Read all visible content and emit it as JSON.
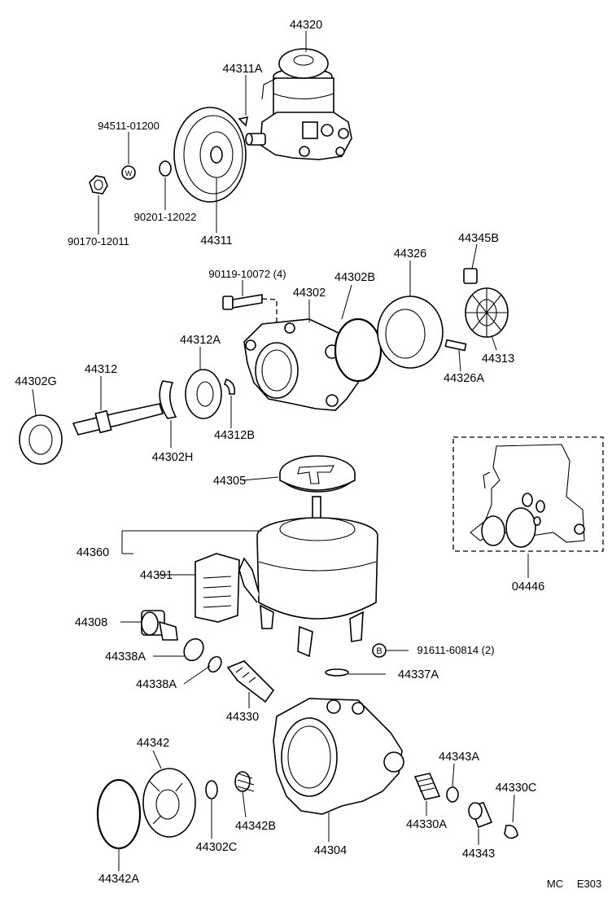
{
  "diagram": {
    "parts": [
      {
        "id": "p44320",
        "label": "44320"
      },
      {
        "id": "p44311A",
        "label": "44311A"
      },
      {
        "id": "p94511",
        "label": "94511-01200"
      },
      {
        "id": "p90201",
        "label": "90201-12022"
      },
      {
        "id": "p90170",
        "label": "90170-12011"
      },
      {
        "id": "p44311",
        "label": "44311"
      },
      {
        "id": "p90119",
        "label": "90119-10072 (4)"
      },
      {
        "id": "p44302",
        "label": "44302"
      },
      {
        "id": "p44302B",
        "label": "44302B"
      },
      {
        "id": "p44326",
        "label": "44326"
      },
      {
        "id": "p44345B",
        "label": "44345B"
      },
      {
        "id": "p44313",
        "label": "44313"
      },
      {
        "id": "p44326A",
        "label": "44326A"
      },
      {
        "id": "p44312A",
        "label": "44312A"
      },
      {
        "id": "p44312",
        "label": "44312"
      },
      {
        "id": "p44302G",
        "label": "44302G"
      },
      {
        "id": "p44312B",
        "label": "44312B"
      },
      {
        "id": "p44302H",
        "label": "44302H"
      },
      {
        "id": "p44305",
        "label": "44305"
      },
      {
        "id": "p44360",
        "label": "44360"
      },
      {
        "id": "p44391",
        "label": "44391"
      },
      {
        "id": "p04446",
        "label": "04446"
      },
      {
        "id": "p44308",
        "label": "44308"
      },
      {
        "id": "p44338A1",
        "label": "44338A"
      },
      {
        "id": "p44338A2",
        "label": "44338A"
      },
      {
        "id": "p91611",
        "label": "91611-60814 (2)"
      },
      {
        "id": "p44337A",
        "label": "44337A"
      },
      {
        "id": "p44330",
        "label": "44330"
      },
      {
        "id": "p44342",
        "label": "44342"
      },
      {
        "id": "p44343A",
        "label": "44343A"
      },
      {
        "id": "p44330C",
        "label": "44330C"
      },
      {
        "id": "p44342B",
        "label": "44342B"
      },
      {
        "id": "p44330A",
        "label": "44330A"
      },
      {
        "id": "p44302C",
        "label": "44302C"
      },
      {
        "id": "p44304",
        "label": "44304"
      },
      {
        "id": "p44343",
        "label": "44343"
      },
      {
        "id": "p44342A",
        "label": "44342A"
      }
    ],
    "bolt_marker": "B",
    "washer_marker": "W",
    "footer_code": "MC",
    "footer_page": "E303"
  }
}
